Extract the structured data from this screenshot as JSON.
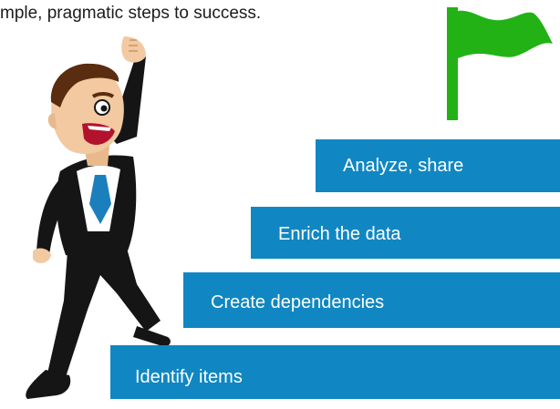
{
  "header": {
    "text": "mple, pragmatic steps to success."
  },
  "steps": [
    {
      "label": "Identify items"
    },
    {
      "label": "Create dependencies"
    },
    {
      "label": "Enrich the data"
    },
    {
      "label": "Analyze, share"
    }
  ],
  "flag": {
    "icon": "flag-icon",
    "color": "#23b216"
  },
  "illustration": {
    "icon": "cheering-businessman-illustration"
  },
  "colors": {
    "step_fill": "#1087c2",
    "step_text": "#ffffff",
    "headline_text": "#1c1c1c"
  }
}
